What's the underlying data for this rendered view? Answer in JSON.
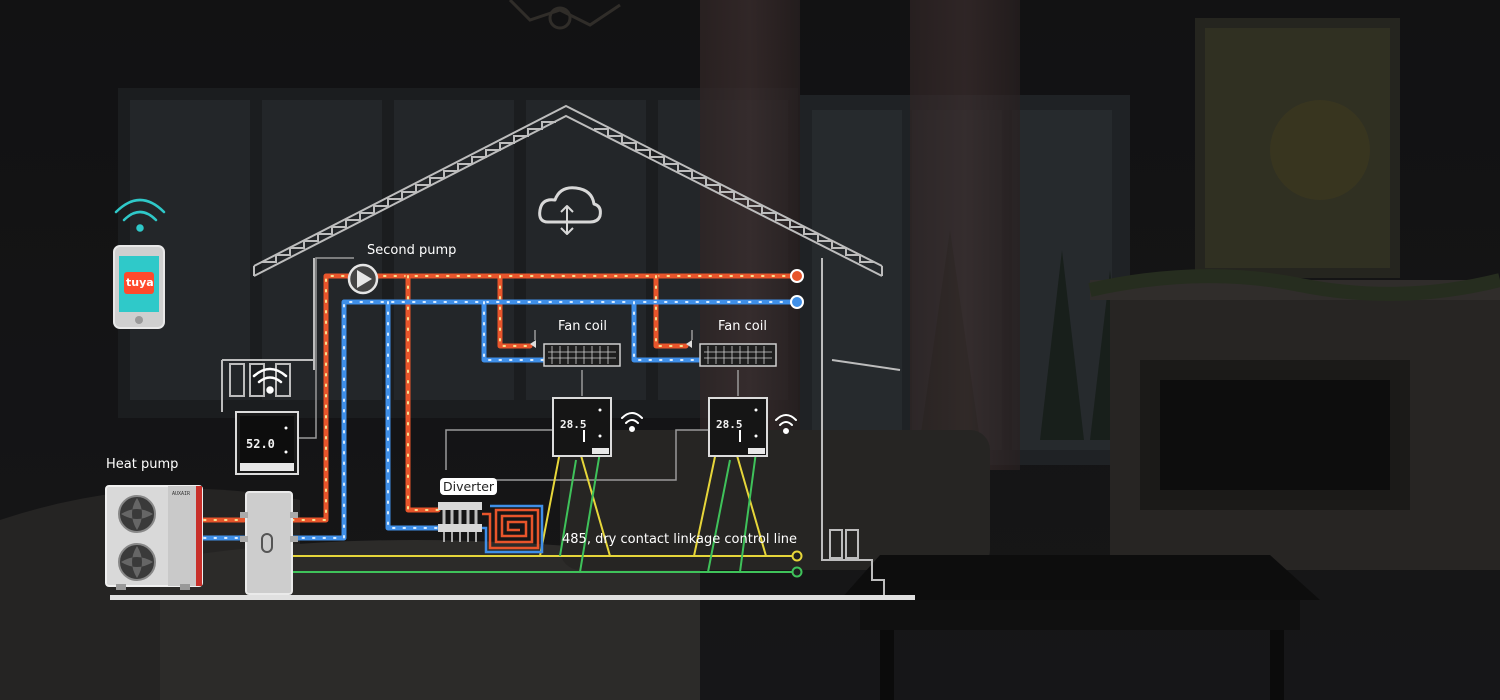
{
  "labels": {
    "second_pump": "Second pump",
    "fan_coil_1": "Fan coil",
    "fan_coil_2": "Fan coil",
    "heat_pump": "Heat pump",
    "diverter": "Diverter",
    "control_line": "485, dry contact linkage control line"
  },
  "devices": {
    "phone_app": "tuya",
    "main_thermostat_display": "52.0",
    "room_thermostat_1_display": "28.5",
    "room_thermostat_2_display": "28.5",
    "heat_pump_brand": "AUXAIR"
  },
  "icons": {
    "cloud": "cloud-sync-icon",
    "phone_wifi": "wifi-icon",
    "main_wifi": "wifi-icon",
    "thermostat_wifi": "wifi-icon",
    "pump": "pump-icon"
  },
  "colors": {
    "hot_pipe": "#e8552b",
    "cold_pipe": "#3f8fe8",
    "signal_line_yellow": "#e6d63a",
    "signal_line_green": "#3fc25a",
    "house_outline": "#bdbdbd",
    "app_accent": "#2fc9c9"
  }
}
